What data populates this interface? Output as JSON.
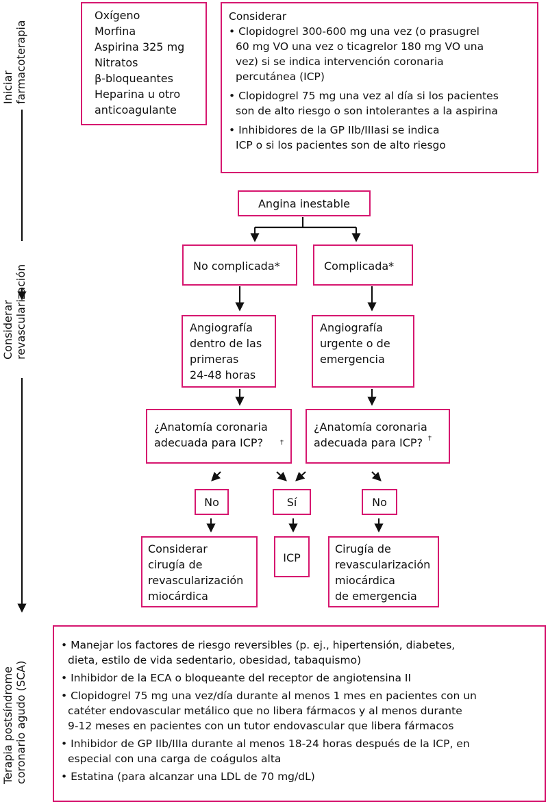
{
  "colors": {
    "box_border": "#d6166f",
    "text": "#111111",
    "arrow": "#111111"
  },
  "side_labels": {
    "start": [
      "Iniciar",
      "farmacoterapia"
    ],
    "revasc": [
      "Considerar",
      "revascularización"
    ],
    "post": [
      "Terapia postsíndrome",
      "coronario agudo (SCA)"
    ]
  },
  "initial_drugs": [
    "Oxígeno",
    "Morfina",
    "Aspirina 325 mg",
    "Nitratos",
    "β-bloqueantes",
    "Heparina u otro",
    "anticoagulante"
  ],
  "consider": {
    "title": "Considerar",
    "bullet1": [
      "• Clopidogrel 300-600 mg una vez (o prasugrel",
      "60 mg VO una vez o ticagrelor  180 mg VO una",
      "vez) si se indica intervención coronaria",
      "percutánea (ICP)"
    ],
    "bullet2": [
      "• Clopidogrel 75 mg una vez al día si los pacientes",
      "son de alto riesgo o son intolerantes a la aspirina"
    ],
    "bullet3": [
      "• Inhibidores de la GP IIb/IIIasi se indica",
      "ICP o si los pacientes son de alto riesgo"
    ]
  },
  "angina": "Angina inestable",
  "uncomplicated": "No complicada*",
  "complicated": "Complicada*",
  "angio_left": [
    "Angiografía",
    "dentro de las",
    "primeras",
    "24-48 horas"
  ],
  "angio_right": [
    "Angiografía",
    "urgente o de",
    "emergencia"
  ],
  "anatomy_left": [
    "¿Anatomía coronaria",
    "adecuada para ICP?"
  ],
  "anatomy_right": [
    "¿Anatomía coronaria",
    "adecuada para ICP?"
  ],
  "dagger": "†",
  "no": "No",
  "yes": "Sí",
  "surgery_left": [
    "Considerar",
    "cirugía de",
    "revascularización",
    "miocárdica"
  ],
  "icp": "ICP",
  "surgery_right": [
    "Cirugía de",
    "revascularización",
    "miocárdica",
    "de emergencia"
  ],
  "post_therapy": {
    "b1": [
      "• Manejar los factores de riesgo reversibles (p. ej., hipertensión, diabetes,",
      "dieta, estilo de vida sedentario, obesidad, tabaquismo)"
    ],
    "b2": [
      "• Inhibidor de la ECA o bloqueante del receptor de angiotensina II"
    ],
    "b3": [
      "• Clopidogrel 75 mg una vez/día durante al menos 1 mes en pacientes con un",
      "catéter endovascular metálico que no libera fármacos y al menos durante",
      "9-12 meses en pacientes con un tutor endovascular  que libera fármacos"
    ],
    "b4": [
      "• Inhibidor de GP IIb/IIIa durante al menos 18-24 horas después de la ICP, en",
      "especial con una carga de coágulos alta"
    ],
    "b5": [
      "• Estatina (para alcanzar una LDL de 70 mg/dL)"
    ]
  }
}
